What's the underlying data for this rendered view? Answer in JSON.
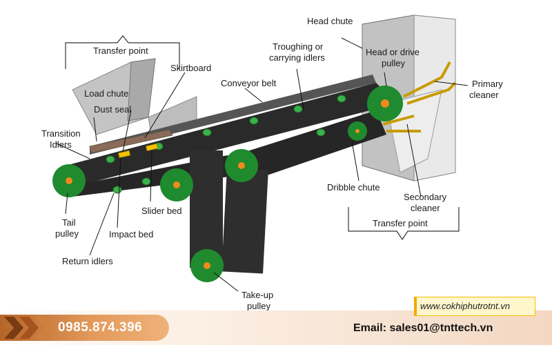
{
  "labels": {
    "head_chute": "Head chute",
    "transfer_point_top": "Transfer point",
    "skirtboard": "Skirtboard",
    "load_chute": "Load chute",
    "dust_seal": "Dust seal",
    "transition_idlers": "Transition\nIdlers",
    "troughing_idlers": "Troughing or\ncarrying idlers",
    "conveyor_belt": "Conveyor belt",
    "head_drive_pulley": "Head or drive\npulley",
    "primary_cleaner": "Primary\ncleaner",
    "tail_pulley": "Tail\npulley",
    "impact_bed": "Impact bed",
    "slider_bed": "Slider bed",
    "return_idlers": "Return idlers",
    "dribble_chute": "Dribble chute",
    "secondary_cleaner": "Secondary\ncleaner",
    "transfer_point_bottom": "Transfer point",
    "takeup_pulley": "Take-up\npulley"
  },
  "footer": {
    "phone": "0985.874.396",
    "email": "Email: sales01@tnttech.vn",
    "website": "www.cokhiphutrotnt.vn"
  },
  "colors": {
    "belt": "#2a2a2a",
    "pulley": "#1f8a2e",
    "pulley_light": "#3cb04a",
    "hub": "#f08a1c",
    "chute": "#b9b9b9",
    "cleaner": "#f2c200",
    "accent": "#c8742f"
  },
  "icons": [
    "chevron-right-icon"
  ]
}
